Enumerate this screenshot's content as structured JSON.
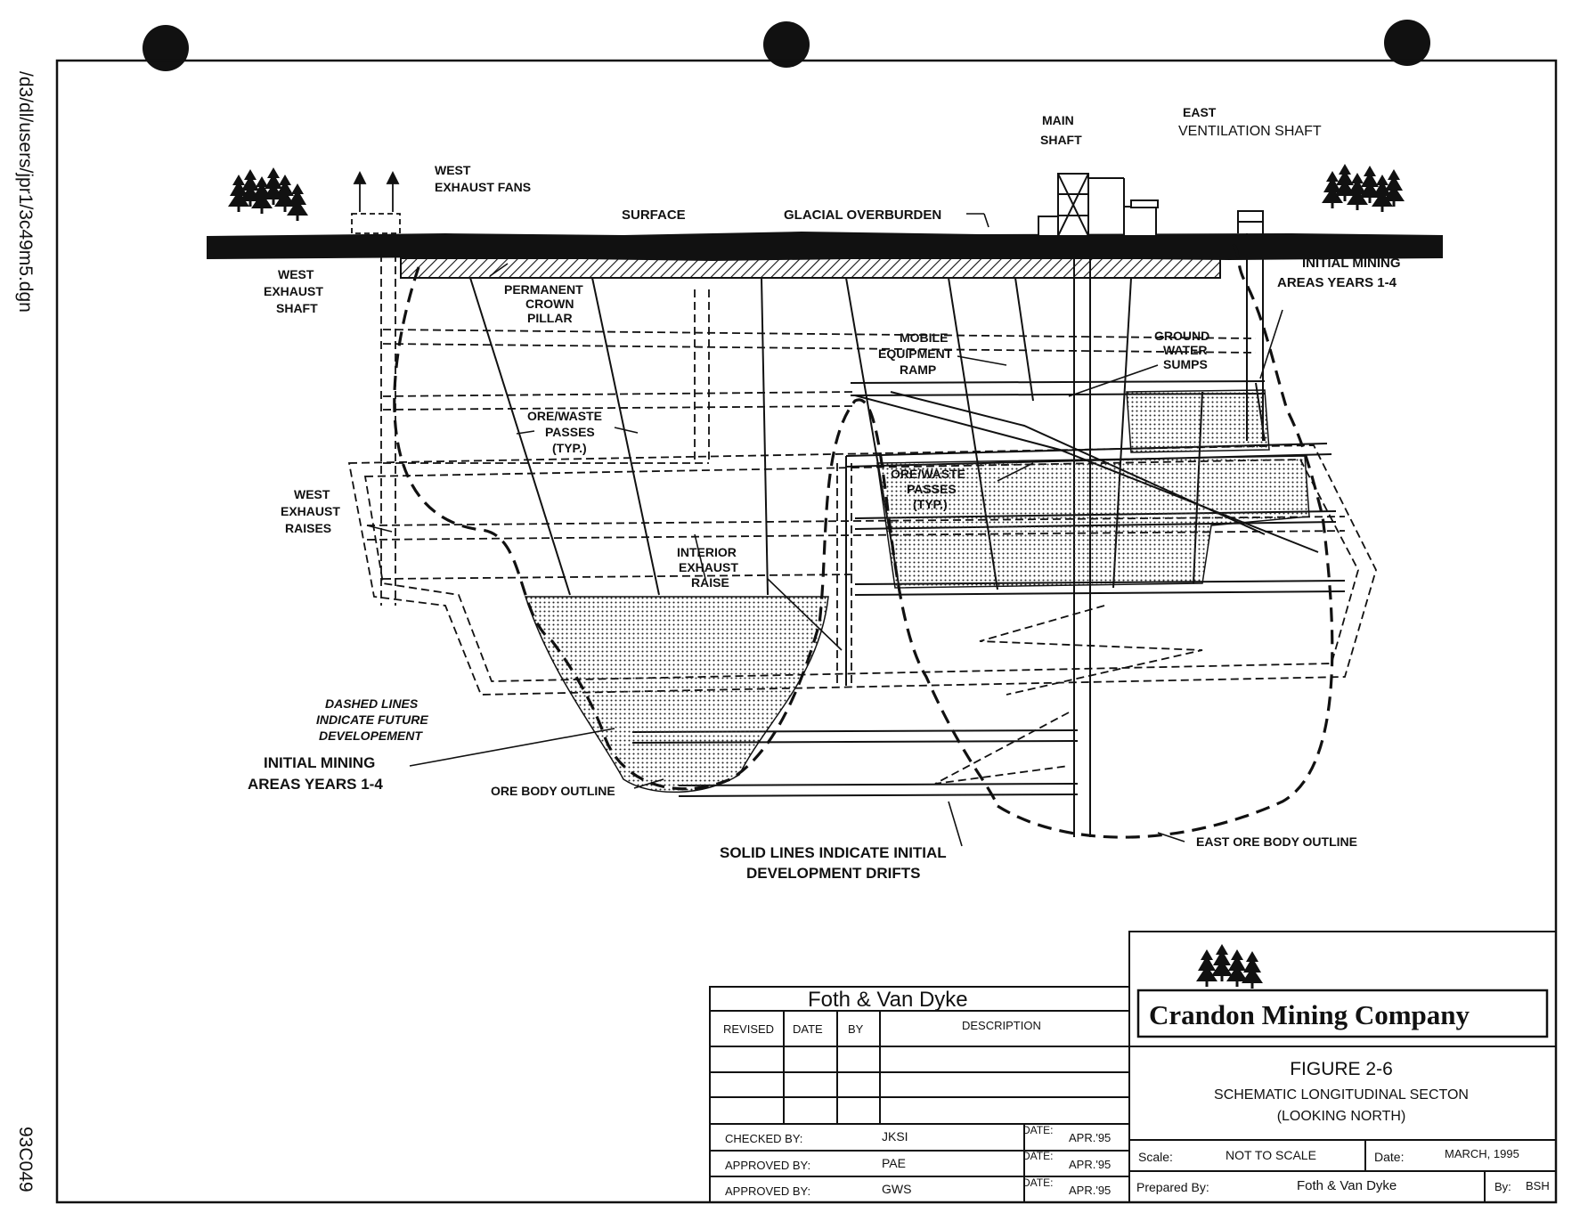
{
  "margin": {
    "path": "/d3/dl/users/jpr1/3c49m5.dgn",
    "drawing_no": "93C049"
  },
  "labels": {
    "west_fans_1": "WEST",
    "west_fans_2": "EXHAUST FANS",
    "surface": "SURFACE",
    "glacial": "GLACIAL OVERBURDEN",
    "main_shaft_1": "MAIN",
    "main_shaft_2": "SHAFT",
    "east_vent_1": "EAST",
    "east_vent_2": "VENTILATION SHAFT",
    "west_shaft_1": "WEST",
    "west_shaft_2": "EXHAUST",
    "west_shaft_3": "SHAFT",
    "crown_1": "PERMANENT",
    "crown_2": "CROWN",
    "crown_3": "PILLAR",
    "mobile_1": "MOBILE",
    "mobile_2": "EQUIPMENT",
    "mobile_3": "RAMP",
    "gw_1": "GROUND",
    "gw_2": "WATER",
    "gw_3": "SUMPS",
    "initial_east_1": "INITIAL MINING",
    "initial_east_2": "AREAS YEARS 1-4",
    "ore_waste_1": "ORE/WASTE",
    "ore_waste_2": "PASSES",
    "ore_waste_3": "(TYP.)",
    "ore_waste2_1": "ORE/WASTE",
    "ore_waste2_2": "PASSES",
    "ore_waste2_3": "(TYP.)",
    "west_raises_1": "WEST",
    "west_raises_2": "EXHAUST",
    "west_raises_3": "RAISES",
    "interior_1": "INTERIOR",
    "interior_2": "EXHAUST",
    "interior_3": "RAISE",
    "dashed_1": "DASHED LINES",
    "dashed_2": "INDICATE FUTURE",
    "dashed_3": "DEVELOPEMENT",
    "initial_west_1": "INITIAL MINING",
    "initial_west_2": "AREAS YEARS 1-4",
    "ore_outline": "ORE BODY OUTLINE",
    "solid_1": "SOLID LINES INDICATE INITIAL",
    "solid_2": "DEVELOPMENT DRIFTS",
    "east_ore": "EAST ORE BODY OUTLINE"
  },
  "revisions": {
    "company": "Foth & Van Dyke",
    "col_revised": "REVISED",
    "col_date": "DATE",
    "col_by": "BY",
    "col_description": "DESCRIPTION",
    "approvals": [
      {
        "role": "CHECKED BY:",
        "initials": "JKSI",
        "date_label": "DATE:",
        "date": "APR.'95"
      },
      {
        "role": "APPROVED BY:",
        "initials": "PAE",
        "date_label": "DATE:",
        "date": "APR.'95"
      },
      {
        "role": "APPROVED BY:",
        "initials": "GWS",
        "date_label": "DATE:",
        "date": "APR.'95"
      }
    ]
  },
  "title_block": {
    "client": "Crandon Mining Company",
    "figure": "FIGURE 2-6",
    "title": "SCHEMATIC LONGITUDINAL SECTON",
    "subtitle": "(LOOKING NORTH)",
    "scale_label": "Scale:",
    "scale": "NOT TO SCALE",
    "date_label": "Date:",
    "date": "MARCH, 1995",
    "prepared_label": "Prepared By:",
    "prepared_by": "Foth & Van Dyke",
    "by_label": "By:",
    "by": "BSH"
  }
}
